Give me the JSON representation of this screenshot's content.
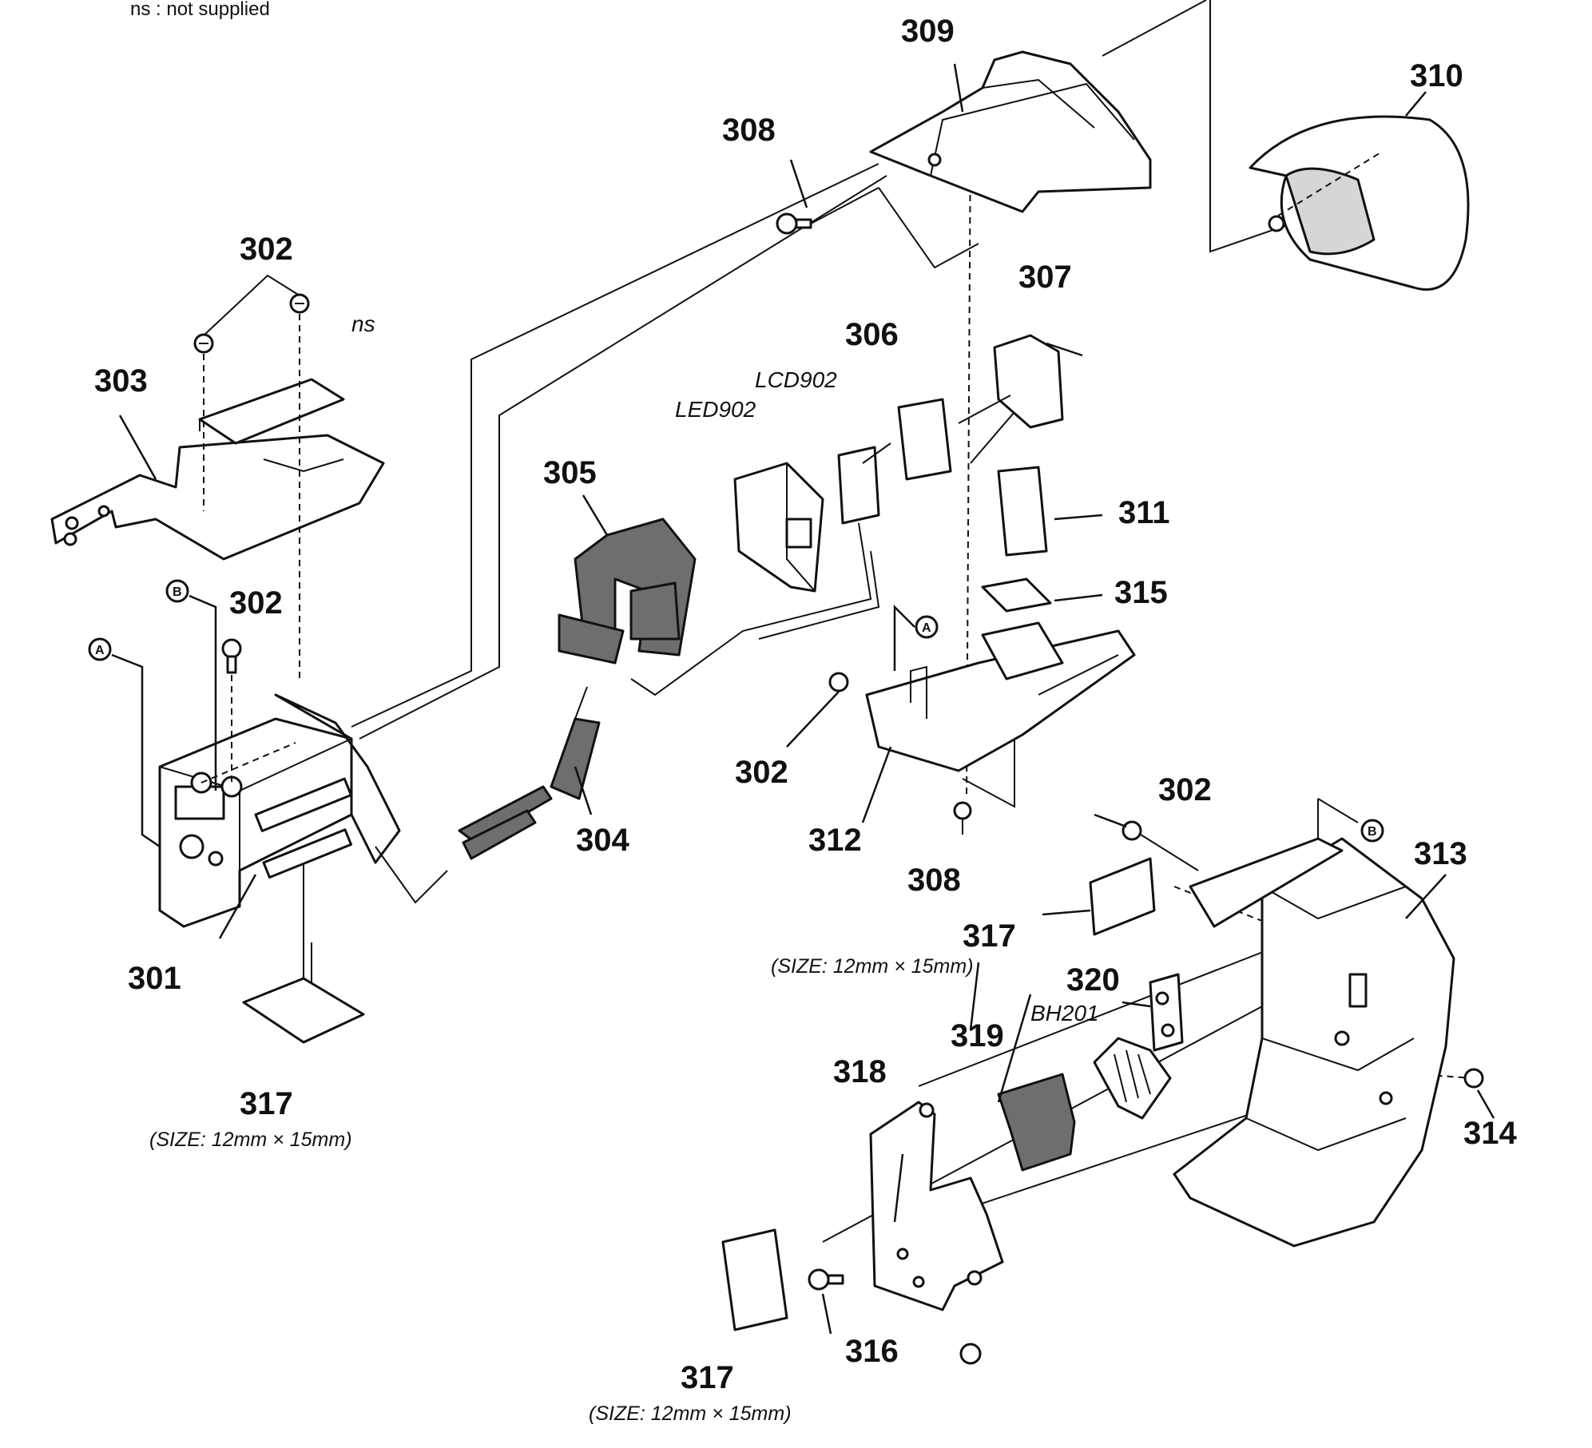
{
  "header_note": "ns : not supplied",
  "part_labels": {
    "p301": "301",
    "p302_top": "302",
    "p302_mid": "302",
    "p302_center": "302",
    "p302_right": "302",
    "p303": "303",
    "p304": "304",
    "p305": "305",
    "p306": "306",
    "p307": "307",
    "p308_top": "308",
    "p308_bottom": "308",
    "p309": "309",
    "p310": "310",
    "p311": "311",
    "p312": "312",
    "p313": "313",
    "p314": "314",
    "p315": "315",
    "p316": "316",
    "p317_left": "317",
    "p317_mid": "317",
    "p317_bottom": "317",
    "p318": "318",
    "p319": "319",
    "p320": "320"
  },
  "ref_labels": {
    "ns": "ns",
    "lcd": "LCD902",
    "led": "LED902",
    "bh": "BH201"
  },
  "size_note": "(SIZE: 12mm × 15mm)",
  "markers": {
    "a": "A",
    "b": "B"
  }
}
